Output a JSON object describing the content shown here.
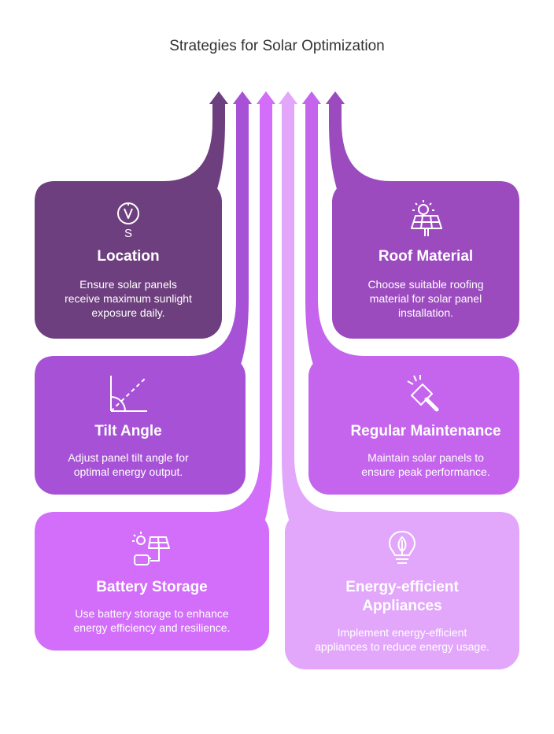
{
  "title": "Strategies for Solar Optimization",
  "colors": {
    "location": "#6e3f7e",
    "roof_material": "#9c4bbf",
    "tilt_angle": "#a752d6",
    "maintenance": "#c565ee",
    "battery": "#d26ef9",
    "energy_efficient": "#e2a7fb"
  },
  "cards": {
    "location": {
      "icon": "compass-icon",
      "icon_letter": "S",
      "title": "Location",
      "desc": [
        "Ensure solar panels",
        "receive maximum sunlight",
        "exposure daily."
      ]
    },
    "roof_material": {
      "icon": "solar-panel-sun-icon",
      "title": "Roof Material",
      "desc": [
        "Choose suitable roofing",
        "material for solar panel",
        "installation."
      ]
    },
    "tilt_angle": {
      "icon": "angle-icon",
      "title": "Tilt Angle",
      "desc": [
        "Adjust panel tilt angle for",
        "optimal energy output."
      ]
    },
    "maintenance": {
      "icon": "squeegee-icon",
      "title": "Regular Maintenance",
      "desc": [
        "Maintain solar panels to",
        "ensure peak performance."
      ]
    },
    "battery": {
      "icon": "battery-solar-icon",
      "title": "Battery Storage",
      "desc": [
        "Use battery storage to enhance",
        "energy efficiency and resilience."
      ]
    },
    "energy_efficient": {
      "icon": "eco-bulb-icon",
      "title": [
        "Energy-efficient",
        "Appliances"
      ],
      "desc": [
        "Implement energy-efficient",
        "appliances to reduce energy usage."
      ]
    }
  }
}
